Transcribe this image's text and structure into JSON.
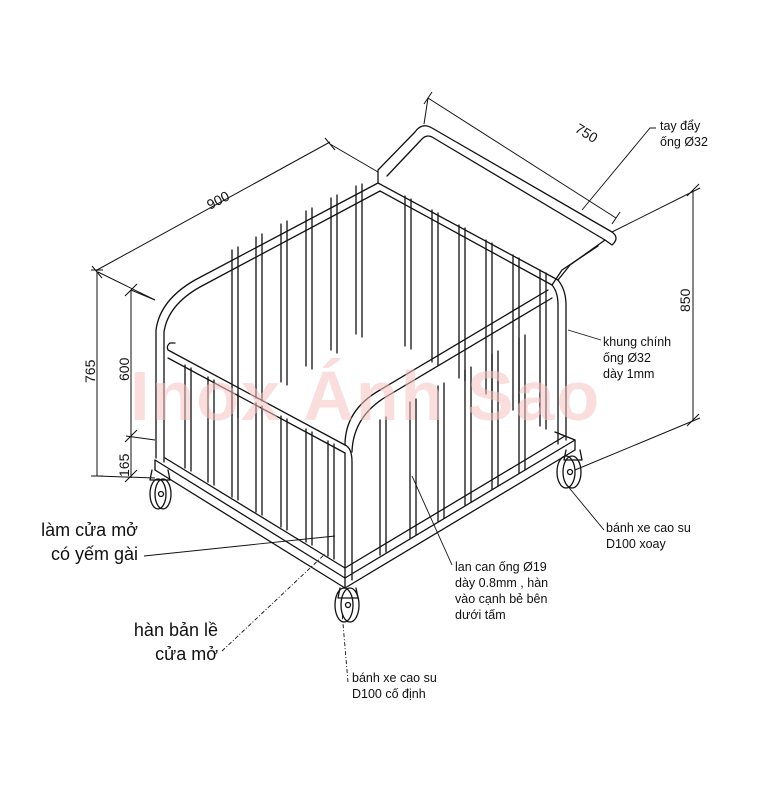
{
  "watermark": "Inox Ánh Sao",
  "dimensions": {
    "length": "900",
    "width": "750",
    "height_total": "850",
    "height_side": "765",
    "height_panel": "600",
    "height_base": "165"
  },
  "labels": {
    "handle": "tay đẩy\nống Ø32",
    "frame": "khung chính\nống Ø32\ndày 1mm",
    "caster_swivel": "bánh xe cao su\nD100 xoay",
    "rail": "lan can ống Ø19\ndày 0.8mm , hàn\nvào cạnh bẻ bên\ndưới tấm",
    "door_latch": "làm cửa mở\ncó yếm gài",
    "door_hinge": "hàn bản lề\ncửa mở",
    "caster_fixed": "bánh xe cao su\nD100 cố định"
  },
  "colors": {
    "line": "#111111",
    "watermark": "#f6c3c3"
  }
}
